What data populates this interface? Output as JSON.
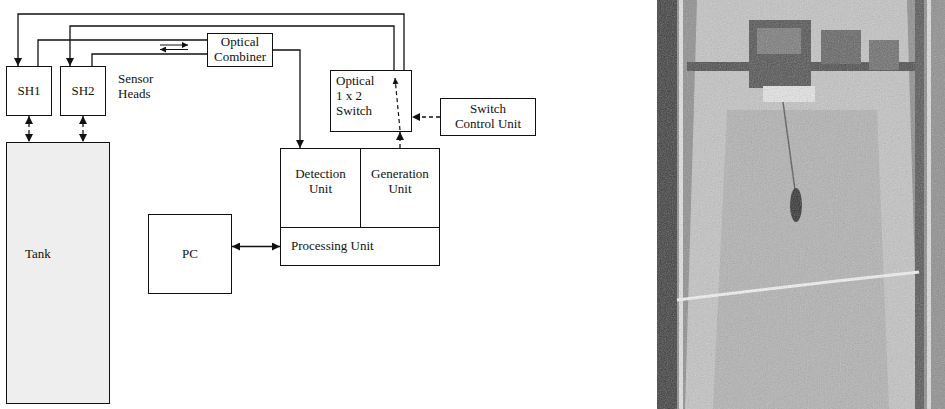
{
  "diagram": {
    "nodes": [
      {
        "text": [
          "Optical Combiner"
        ]
      },
      {
        "text": [
          "SH1"
        ]
      },
      {
        "text": [
          "SH2"
        ]
      },
      {
        "text": [
          "Optical 1 x 2 Switch"
        ]
      },
      {
        "text": [
          "Switch Control Unit"
        ]
      },
      {
        "text": [
          "Tank"
        ]
      },
      {
        "text": [
          "Detection Unit"
        ]
      },
      {
        "text": [
          "Generation Unit"
        ]
      },
      {
        "text": [
          "PC"
        ]
      },
      {
        "text": [
          "Processing Unit"
        ]
      }
    ],
    "edges": [
      {
        "from": 3,
        "to": 1,
        "arrow": "to"
      },
      {
        "from": 3,
        "to": 2,
        "arrow": "to"
      },
      {
        "from": 1,
        "to": 0,
        "arrow": "none"
      },
      {
        "from": 2,
        "to": 0,
        "arrow": "none"
      },
      {
        "from": 0,
        "to": 6,
        "arrow": "to"
      },
      {
        "from": 7,
        "to": 3,
        "arrow": "to"
      },
      {
        "from": 4,
        "to": 3,
        "arrow": "to"
      },
      {
        "from": 1,
        "to": 5,
        "arrow": "both"
      },
      {
        "from": 2,
        "to": 5,
        "arrow": "both"
      },
      {
        "from": 8,
        "to": 9,
        "arrow": "both"
      }
    ],
    "labels": [
      "Sensor Heads"
    ]
  }
}
